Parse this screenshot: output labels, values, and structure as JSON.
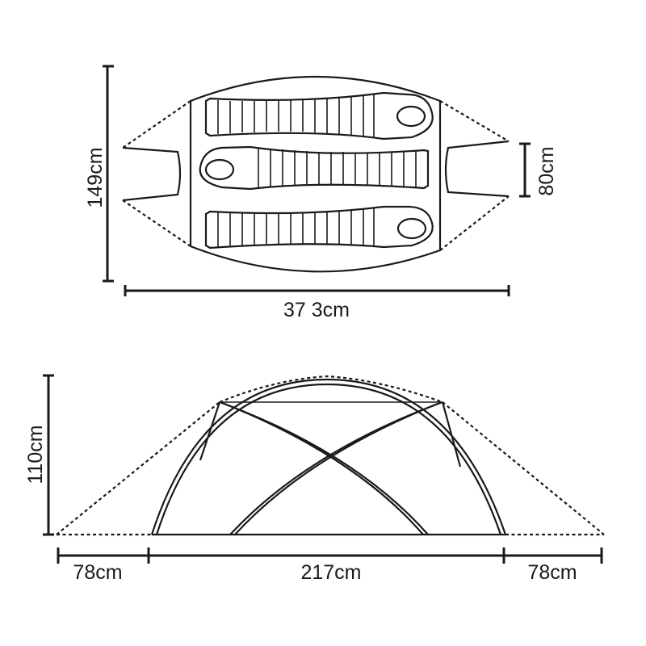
{
  "plan_view": {
    "width_label": "149cm",
    "length_label": "37 3cm",
    "vestibule_label": "80cm",
    "sleeping_bag_count": 3
  },
  "side_view": {
    "height_label": "110cm",
    "left_vestibule_label": "78cm",
    "inner_length_label": "217cm",
    "right_vestibule_label": "78cm"
  }
}
